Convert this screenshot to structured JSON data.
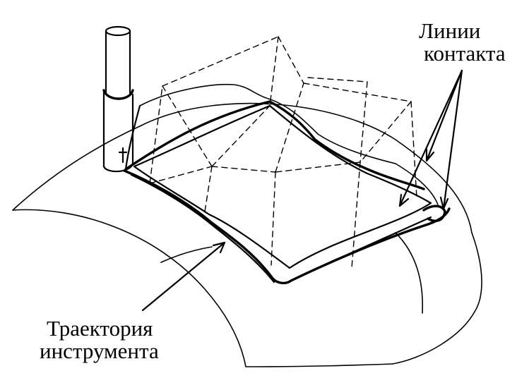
{
  "labels": {
    "contact_lines": [
      "Линии",
      "контакта"
    ],
    "tool_path": [
      "Траектория",
      "инструмента"
    ]
  },
  "colors": {
    "stroke": "#000000",
    "background": "#ffffff"
  }
}
